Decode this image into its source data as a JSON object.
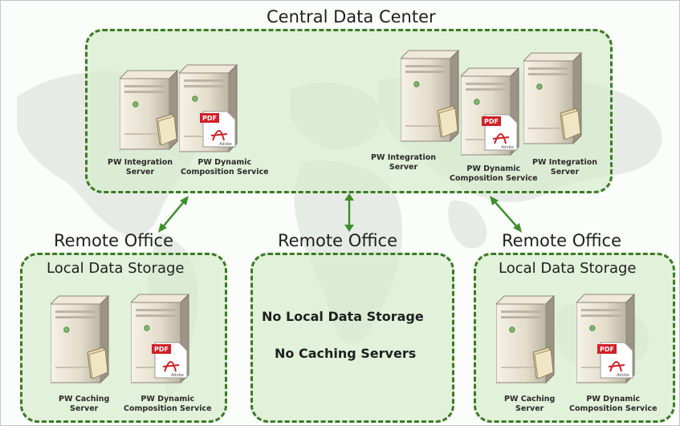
{
  "diagram": {
    "central": {
      "title": "Central Data Center",
      "labels": {
        "left_integration": [
          "PW Integration",
          "Server"
        ],
        "left_dynamic": [
          "PW Dynamic",
          "Composition Service"
        ],
        "right_integration_a": [
          "PW Integration",
          "Server"
        ],
        "right_dynamic": [
          "PW Dynamic",
          "Composition Service"
        ],
        "right_integration_b": [
          "PW Integration",
          "Server"
        ]
      }
    },
    "office_left": {
      "title": "Remote Office",
      "subtitle": "Local Data Storage",
      "labels": {
        "caching": [
          "PW Caching",
          "Server"
        ],
        "dynamic": [
          "PW Dynamic",
          "Composition Service"
        ]
      }
    },
    "office_middle": {
      "title": "Remote Office",
      "note1": "No Local Data Storage",
      "note2": "No Caching Servers"
    },
    "office_right": {
      "title": "Remote Office",
      "subtitle": "Local Data Storage",
      "labels": {
        "caching": [
          "PW Caching",
          "Server"
        ],
        "dynamic": [
          "PW Dynamic",
          "Composition Service"
        ]
      }
    },
    "pdf_badge": "PDF",
    "adobe_text": "Adobe",
    "colors": {
      "border": "#3a7a25",
      "box_fill": "#d8eccd",
      "arrow": "#3f8f2d"
    }
  }
}
